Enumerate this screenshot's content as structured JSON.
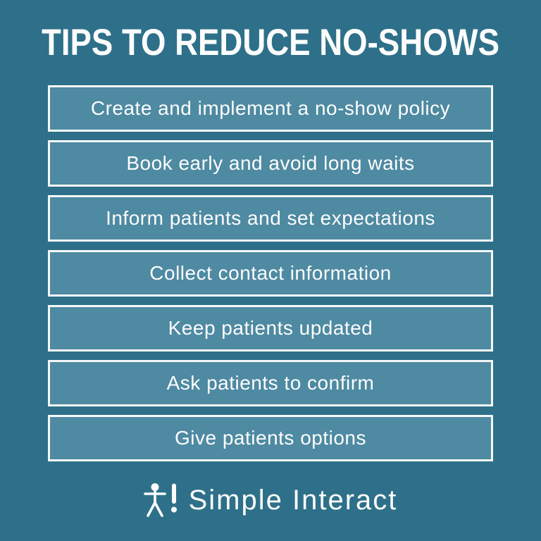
{
  "title": "TIPS TO REDUCE NO-SHOWS",
  "tips": [
    "Create and implement a no-show policy",
    "Book early and avoid long waits",
    "Inform patients and set expectations",
    "Collect contact information",
    "Keep patients updated",
    "Ask patients to confirm",
    "Give patients options"
  ],
  "footer": {
    "brand": "Simple Interact",
    "logo_icon": "stick-figure-exclamation-logo"
  },
  "colors": {
    "background": "#2e7089",
    "box_fill": "#4e8aa2",
    "box_border": "#f5f7f8",
    "text": "#fdfdfd"
  }
}
